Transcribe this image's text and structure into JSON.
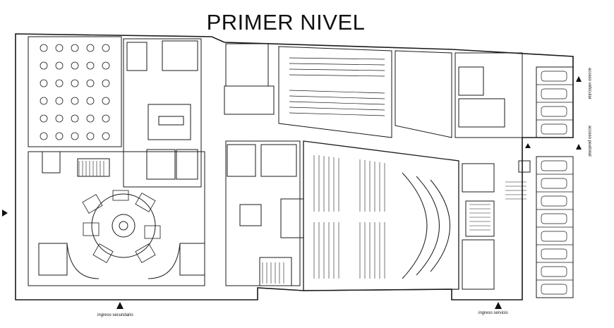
{
  "title": "PRIMER NIVEL",
  "labels": {
    "ingreso_secundario": "ingreso secundario",
    "ingreso_servicio": "ingreso servicio",
    "side_top": "acceso vehicular",
    "side_bottom": "acceso peatonal"
  },
  "colors": {
    "line": "#1a1a1a",
    "background": "#ffffff"
  }
}
